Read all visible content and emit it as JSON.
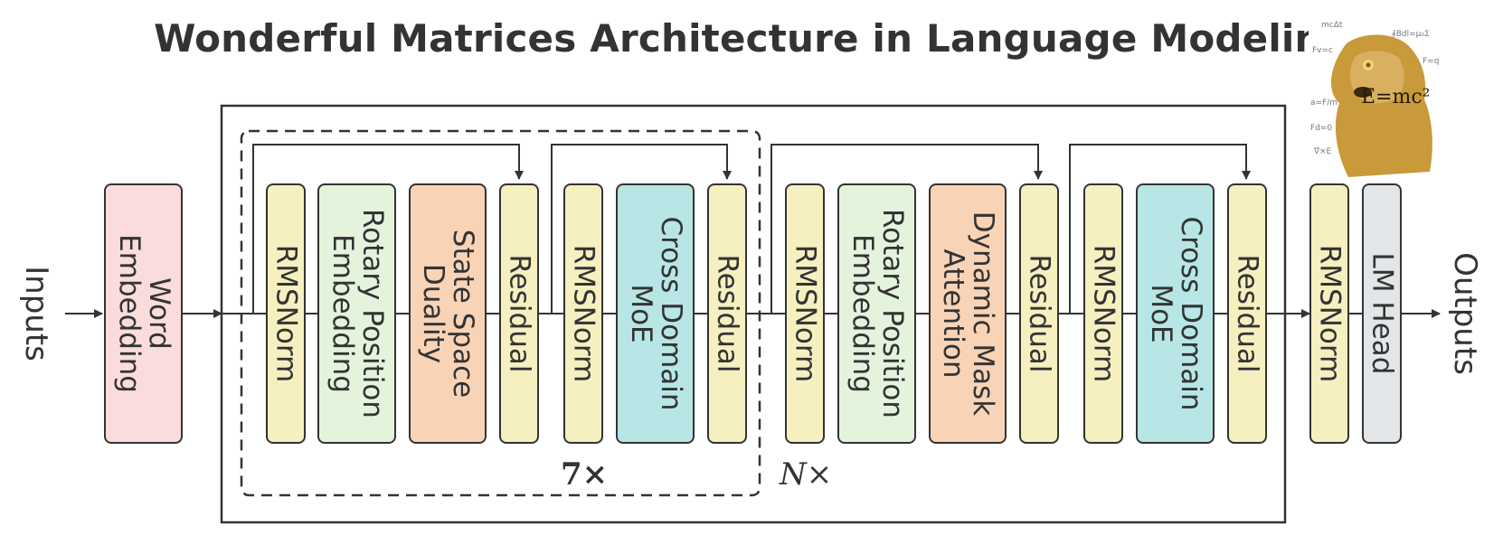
{
  "title": "Wonderful Matrices Architecture in Language Modeling",
  "inputs_label": "Inputs",
  "outputs_label": "Outputs",
  "inner_repeat_label": "7×",
  "outer_repeat_label": "N×",
  "colors": {
    "stroke": "#333333",
    "norm_residual": "#f6efc0",
    "rotary": "#e3f3dc",
    "ssd_attention": "#f8d3b6",
    "moe": "#b8e6e6",
    "word_embedding": "#fadcdc",
    "lm_head": "#e3e6e8"
  },
  "blocks": [
    {
      "id": "word-embedding",
      "label": "Word\nEmbedding",
      "color": "#fadcdc"
    },
    {
      "id": "rmsnorm-1",
      "label": "RMSNorm",
      "color": "#f6efc0"
    },
    {
      "id": "rotary-position-embedding-1",
      "label": "Rotary Position\nEmbedding",
      "color": "#e3f3dc"
    },
    {
      "id": "state-space-duality",
      "label": "State Space\nDuality",
      "color": "#f8d3b6"
    },
    {
      "id": "residual-1",
      "label": "Residual",
      "color": "#f6efc0"
    },
    {
      "id": "rmsnorm-2",
      "label": "RMSNorm",
      "color": "#f6efc0"
    },
    {
      "id": "cross-domain-moe-1",
      "label": "Cross Domain\nMoE",
      "color": "#b8e6e6"
    },
    {
      "id": "residual-2",
      "label": "Residual",
      "color": "#f6efc0"
    },
    {
      "id": "rmsnorm-3",
      "label": "RMSNorm",
      "color": "#f6efc0"
    },
    {
      "id": "rotary-position-embedding-2",
      "label": "Rotary Position\nEmbedding",
      "color": "#e3f3dc"
    },
    {
      "id": "dynamic-mask-attention",
      "label": "Dynamic Mask\nAttention",
      "color": "#f8d3b6"
    },
    {
      "id": "residual-3",
      "label": "Residual",
      "color": "#f6efc0"
    },
    {
      "id": "rmsnorm-4",
      "label": "RMSNorm",
      "color": "#f6efc0"
    },
    {
      "id": "cross-domain-moe-2",
      "label": "Cross Domain\nMoE",
      "color": "#b8e6e6"
    },
    {
      "id": "residual-4",
      "label": "Residual",
      "color": "#f6efc0"
    },
    {
      "id": "rmsnorm-final",
      "label": "RMSNorm",
      "color": "#f6efc0"
    },
    {
      "id": "lm-head",
      "label": "LM Head",
      "color": "#e3e6e8"
    }
  ],
  "sticker": {
    "formula": "E=mc²",
    "icon": "doge-scientist-icon"
  }
}
